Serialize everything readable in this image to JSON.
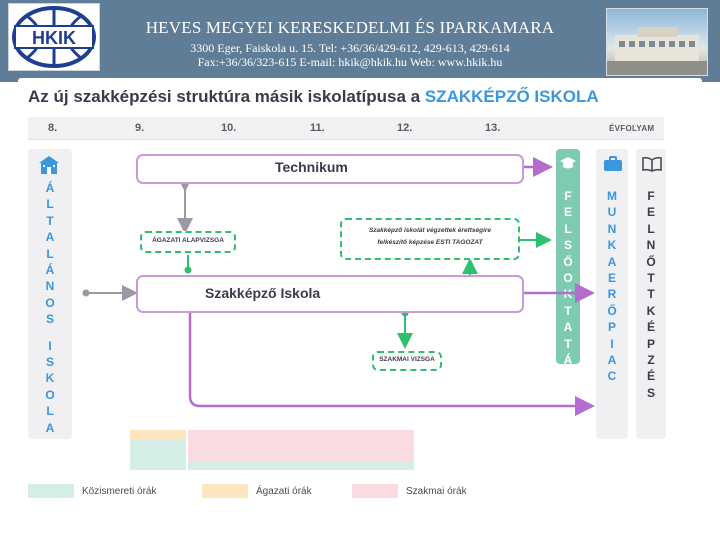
{
  "header": {
    "org_title": "HEVES MEGYEI KERESKEDELMI ÉS IPARKAMARA",
    "address_line": "3300 Eger, Faiskola u. 15.   Tel: +36/36/429-612, 429-613, 429-614",
    "contact_line": "Fax:+36/36/323-615   E-mail: hkik@hkik.hu   Web: www.hkik.hu",
    "logo_text": "HKIK"
  },
  "slide": {
    "title_main": "Az új szakképzési struktúra másik iskolatípusa a ",
    "title_accent": "SZAKKÉPZŐ ISKOLA"
  },
  "grades": [
    "8.",
    "9.",
    "10.",
    "11.",
    "12.",
    "13."
  ],
  "evfolyam_label": "ÉVFOLYAM",
  "columns": {
    "altalanos": "ÁLTALÁNOS ISKOLA",
    "felsooktatas": "FELSŐOKTATÁS",
    "munkaerpiac": "MUNKAERŐPIAC",
    "felnottkepzes": "FELNŐTTKÉPZÉS"
  },
  "boxes": {
    "technikum": "Technikum",
    "szakkepzo": "Szakképző Iskola",
    "agazati": "ÁGAZATI ALAPVIZSGA",
    "esti_line1": "Szakképző iskolát végzettek érettségire",
    "esti_line2": "felkészítő képzése ESTI TAGOZAT",
    "szakmai_vizsga": "SZAKMAI VIZSGA"
  },
  "legend": {
    "kozismereti": "Közismereti órák",
    "agazati": "Ágazati órák",
    "szakmai": "Szakmai órák"
  },
  "colors": {
    "header_bg": "#5f7d96",
    "accent_blue": "#3a97dd",
    "purple": "#b56ccf",
    "green": "#2fbf6e",
    "teal_col": "#7fcbb2",
    "kozismereti": "#d6efe6",
    "agazati": "#fde6bf",
    "szakmai": "#fadbe0"
  },
  "icons": {
    "school": "school-building-icon",
    "graduation": "graduation-cap-icon",
    "briefcase": "briefcase-icon",
    "book": "open-book-icon"
  }
}
